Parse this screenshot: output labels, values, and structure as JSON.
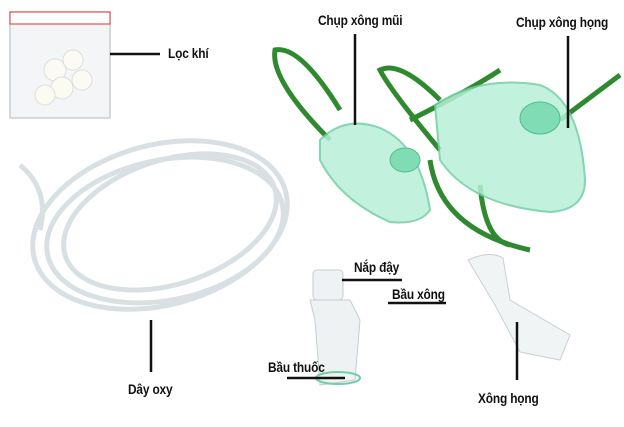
{
  "title": "Nebulizer accessory kit",
  "labels": {
    "air_filter": "Lọc khí",
    "nose_mask": "Chụp xông mũi",
    "throat_mask": "Chụp xông họng",
    "oxygen_tube": "Dây oxy",
    "cap": "Nắp đậy",
    "nebulizer_chamber": "Bầu xông",
    "medicine_cup": "Bầu thuốc",
    "mouthpiece": "Xông họng"
  },
  "colors": {
    "mask_green": "#8fe0c0",
    "strap_green": "#2f8a2f",
    "tube": "#dfe6ea",
    "text": "#111111"
  }
}
